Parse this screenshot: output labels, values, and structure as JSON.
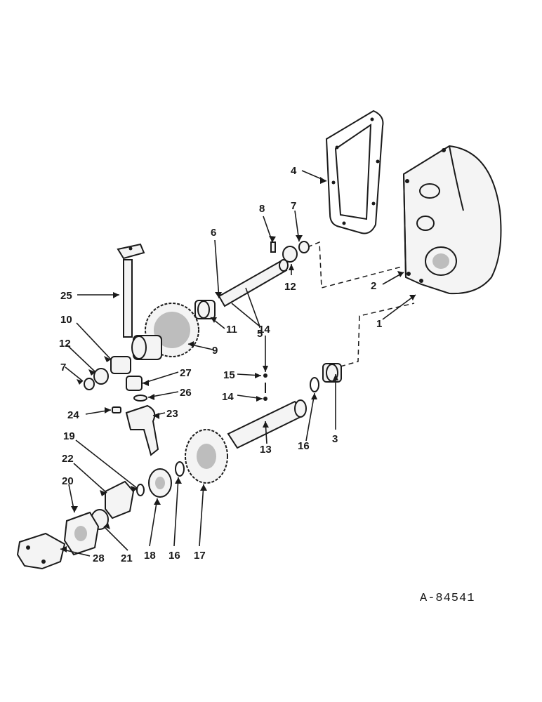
{
  "figure": {
    "reference": "A-84541",
    "callouts": [
      {
        "id": "c1",
        "label": "1"
      },
      {
        "id": "c2",
        "label": "2"
      },
      {
        "id": "c3",
        "label": "3"
      },
      {
        "id": "c4",
        "label": "4"
      },
      {
        "id": "c5",
        "label": "5"
      },
      {
        "id": "c6",
        "label": "6"
      },
      {
        "id": "c7a",
        "label": "7"
      },
      {
        "id": "c7b",
        "label": "7"
      },
      {
        "id": "c8",
        "label": "8"
      },
      {
        "id": "c9",
        "label": "9"
      },
      {
        "id": "c10",
        "label": "10"
      },
      {
        "id": "c11",
        "label": "11"
      },
      {
        "id": "c12a",
        "label": "12"
      },
      {
        "id": "c12b",
        "label": "12"
      },
      {
        "id": "c13",
        "label": "13"
      },
      {
        "id": "c14a",
        "label": "14"
      },
      {
        "id": "c14b",
        "label": "14"
      },
      {
        "id": "c15",
        "label": "15"
      },
      {
        "id": "c16a",
        "label": "16"
      },
      {
        "id": "c16b",
        "label": "16"
      },
      {
        "id": "c17",
        "label": "17"
      },
      {
        "id": "c18",
        "label": "18"
      },
      {
        "id": "c19",
        "label": "19"
      },
      {
        "id": "c20",
        "label": "20"
      },
      {
        "id": "c21",
        "label": "21"
      },
      {
        "id": "c22",
        "label": "22"
      },
      {
        "id": "c23",
        "label": "23"
      },
      {
        "id": "c24",
        "label": "24"
      },
      {
        "id": "c25",
        "label": "25"
      },
      {
        "id": "c26",
        "label": "26"
      },
      {
        "id": "c27",
        "label": "27"
      },
      {
        "id": "c28",
        "label": "28"
      }
    ]
  }
}
